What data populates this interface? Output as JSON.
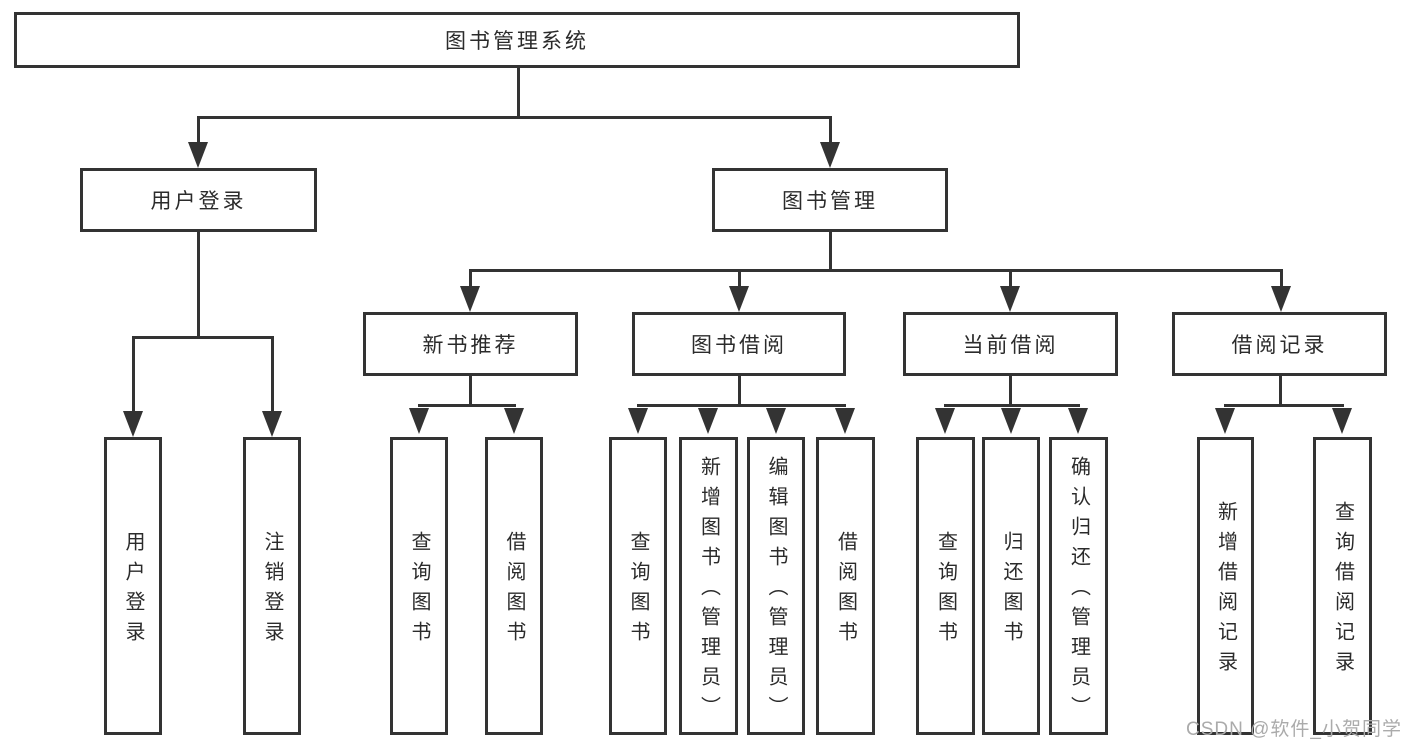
{
  "nodes": {
    "root": "图书管理系统",
    "user_login": "用户登录",
    "book_mgmt": "图书管理",
    "new_book_rec": "新书推荐",
    "book_borrow": "图书借阅",
    "current_borrow": "当前借阅",
    "borrow_record": "借阅记录",
    "leaf_user_login": "用户登录",
    "leaf_logout": "注销登录",
    "leaf_query_book_a": "查询图书",
    "leaf_borrow_book_a": "借阅图书",
    "leaf_query_book_b": "查询图书",
    "leaf_add_book_admin": "新增图书（管理员）",
    "leaf_edit_book_admin": "编辑图书（管理员）",
    "leaf_borrow_book_b": "借阅图书",
    "leaf_query_book_c": "查询图书",
    "leaf_return_book": "归还图书",
    "leaf_confirm_return_admin": "确认归还（管理员）",
    "leaf_add_borrow_record": "新增借阅记录",
    "leaf_query_borrow_record": "查询借阅记录"
  },
  "watermark": "CSDN @软件_小贺同学",
  "colors": {
    "line": "#333333",
    "text": "#2b2b2b",
    "watermark": "#ababab",
    "background": "#ffffff"
  }
}
